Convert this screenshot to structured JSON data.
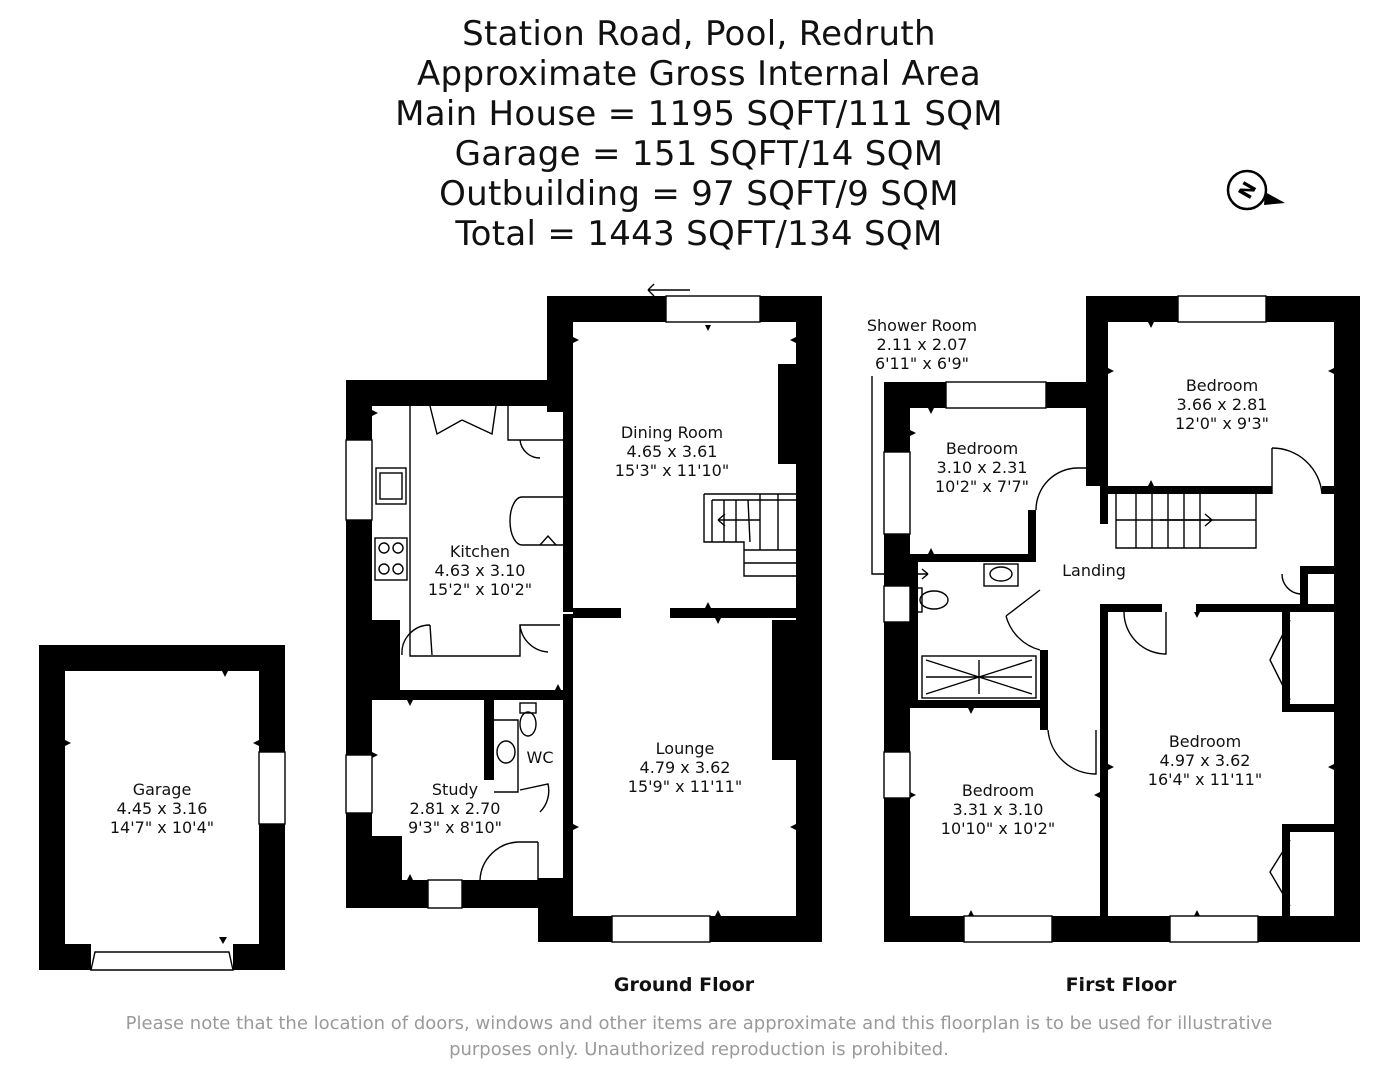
{
  "title_lines": [
    "Station Road, Pool, Redruth",
    "Approximate Gross Internal Area",
    "Main House = 1195 SQFT/111 SQM",
    "Garage = 151 SQFT/14 SQM",
    "Outbuilding = 97 SQFT/9 SQM",
    "Total = 1443 SQFT/134 SQM"
  ],
  "compass": {
    "icon": "north-compass-icon",
    "letter": "N"
  },
  "ground_floor": {
    "label": "Ground Floor",
    "rooms": {
      "dining": {
        "name": "Dining Room",
        "metric": "4.65 x 3.61",
        "imperial": "15'3\" x 11'10\""
      },
      "kitchen": {
        "name": "Kitchen",
        "metric": "4.63 x 3.10",
        "imperial": "15'2\" x 10'2\""
      },
      "lounge": {
        "name": "Lounge",
        "metric": "4.79 x 3.62",
        "imperial": "15'9\" x 11'11\""
      },
      "study": {
        "name": "Study",
        "metric": "2.81 x 2.70",
        "imperial": "9'3\" x 8'10\""
      },
      "wc": {
        "name": "WC"
      }
    }
  },
  "garage": {
    "name": "Garage",
    "metric": "4.45 x 3.16",
    "imperial": "14'7\" x 10'4\""
  },
  "first_floor": {
    "label": "First Floor",
    "rooms": {
      "shower": {
        "name": "Shower Room",
        "metric": "2.11 x 2.07",
        "imperial": "6'11\" x 6'9\""
      },
      "bed_small": {
        "name": "Bedroom",
        "metric": "3.10 x 2.31",
        "imperial": "10'2\" x 7'7\""
      },
      "bed_topright": {
        "name": "Bedroom",
        "metric": "3.66 x 2.81",
        "imperial": "12'0\" x 9'3\""
      },
      "landing": {
        "name": "Landing"
      },
      "bed_bottomleft": {
        "name": "Bedroom",
        "metric": "3.31 x 3.10",
        "imperial": "10'10\" x 10'2\""
      },
      "bed_bottomright": {
        "name": "Bedroom",
        "metric": "4.97 x 3.62",
        "imperial": "16'4\" x 11'11\""
      }
    }
  },
  "disclaimer_lines": [
    "Please note that the location of doors, windows and other items are approximate and this floorplan is to be used for illustrative",
    "purposes only. Unauthorized reproduction is prohibited."
  ]
}
